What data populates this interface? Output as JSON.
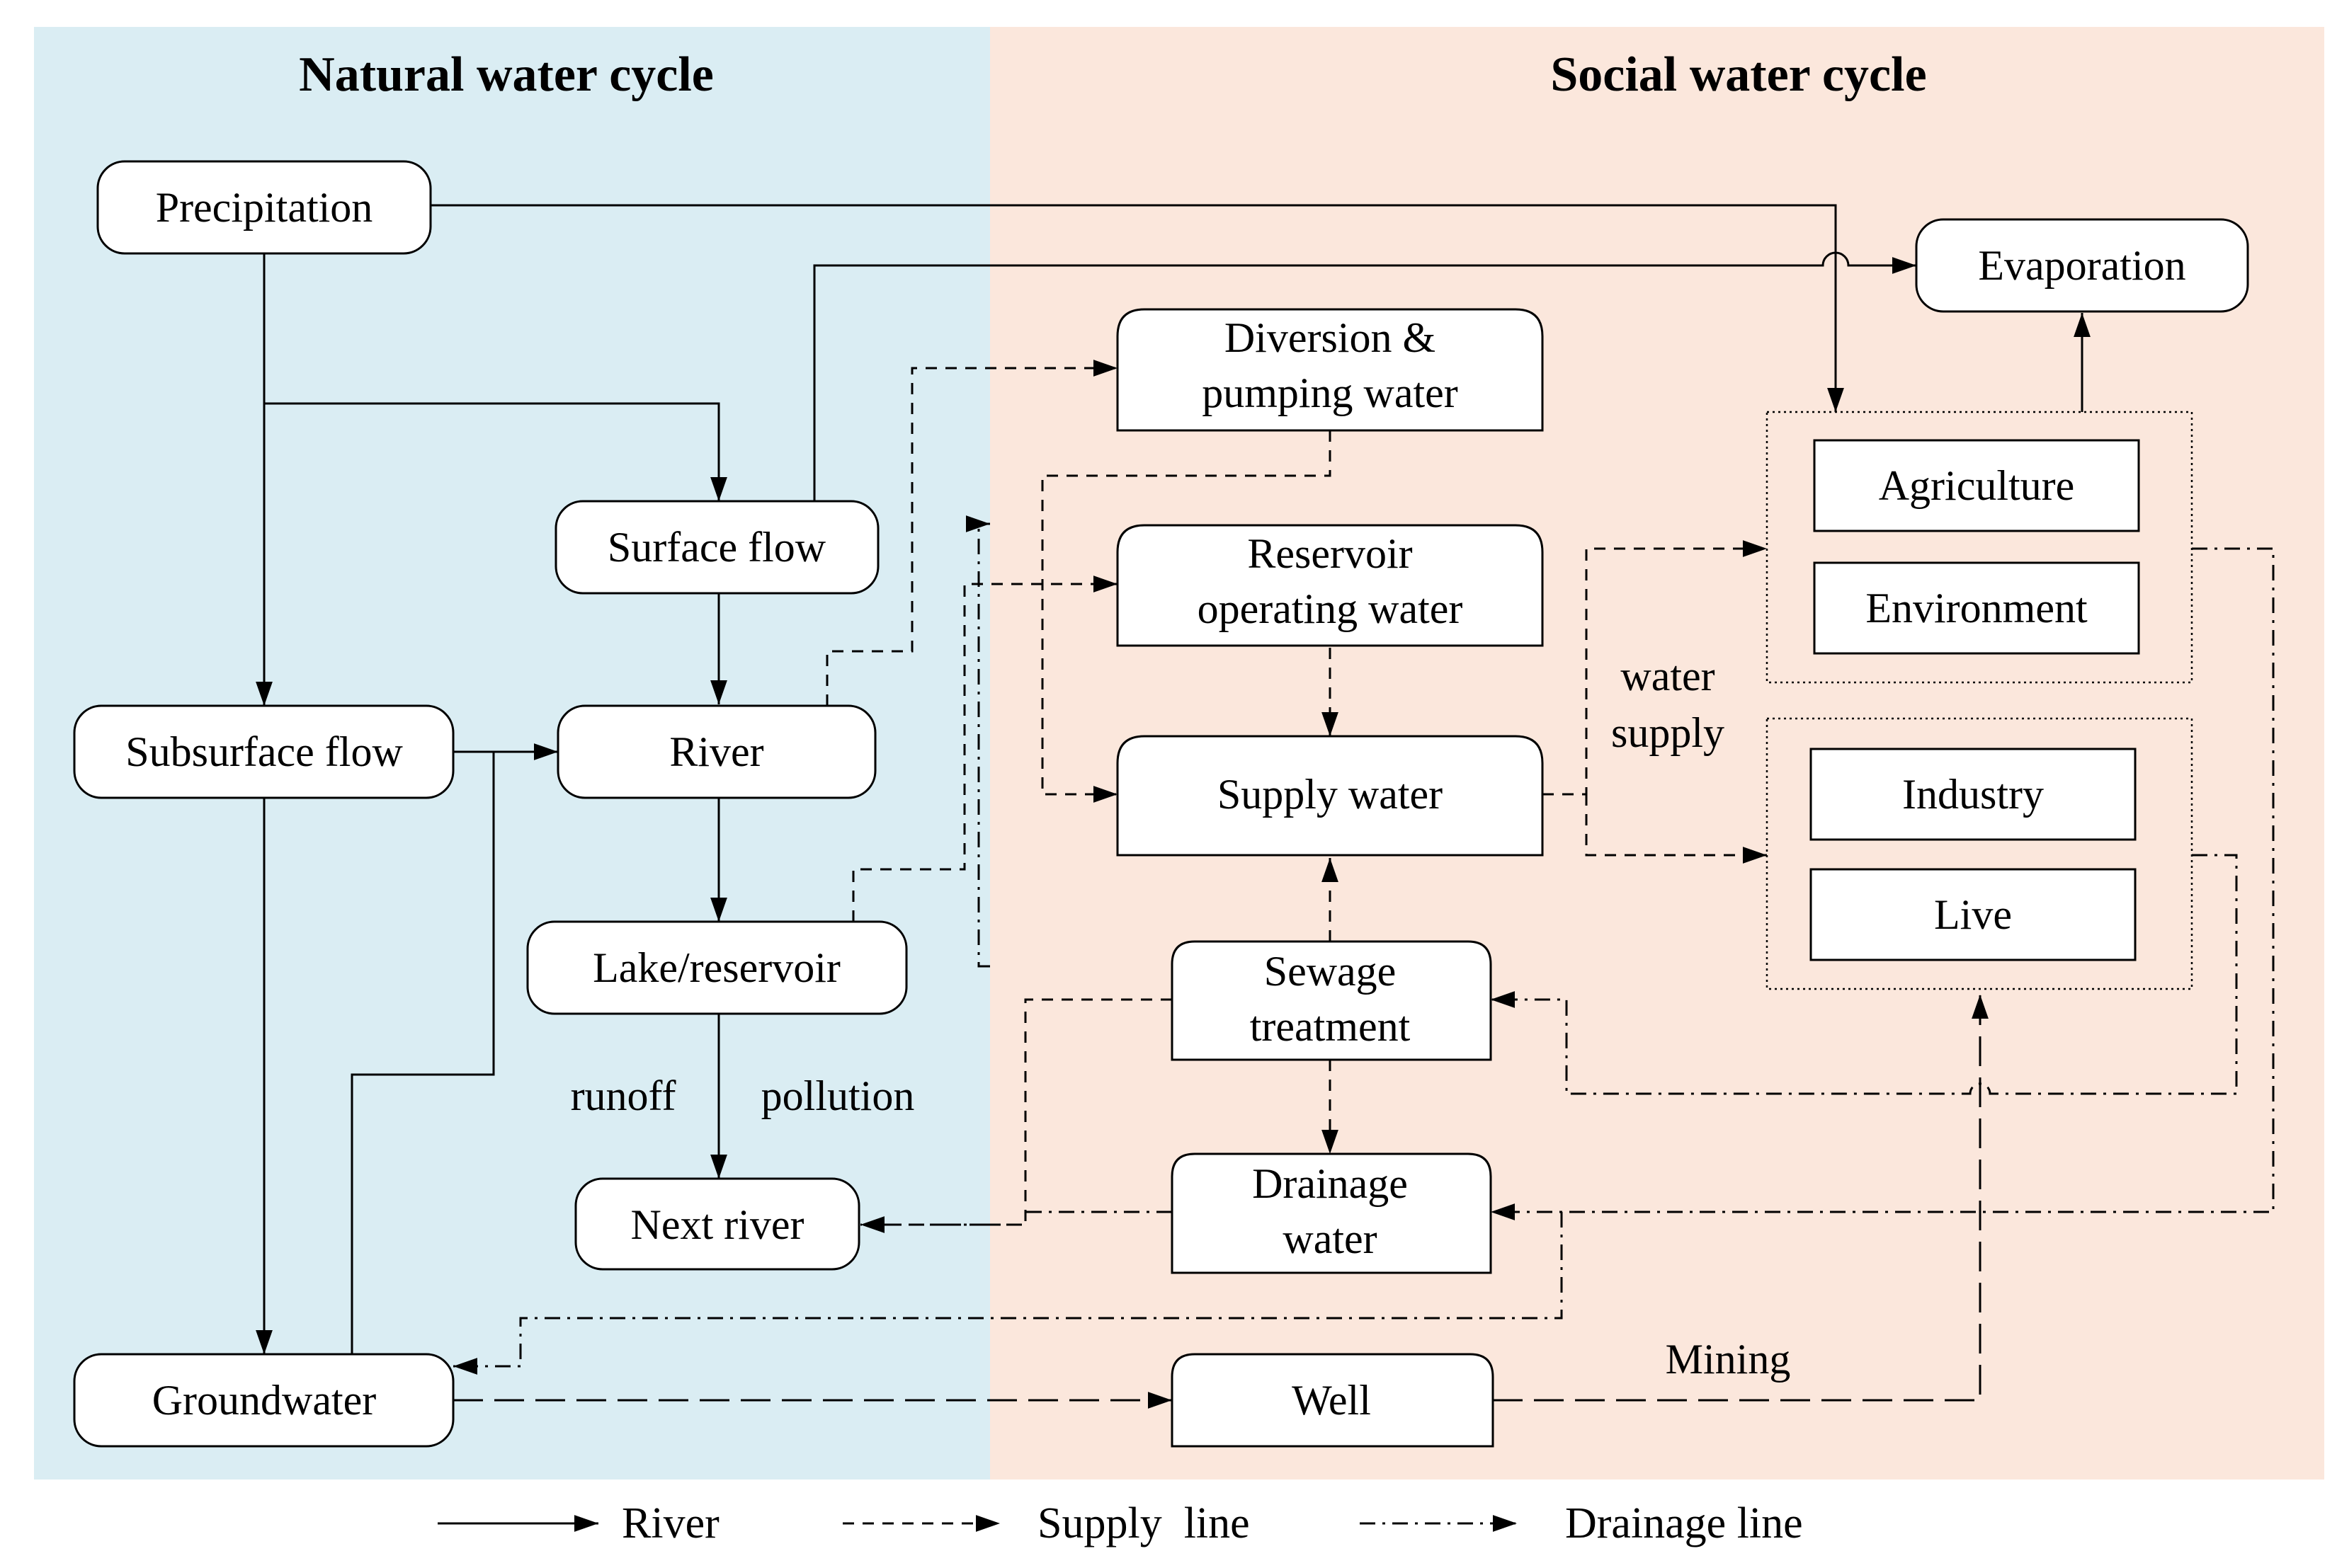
{
  "regions": {
    "natural": {
      "title": "Natural water cycle",
      "color": "#daedf3"
    },
    "social": {
      "title": "Social water cycle",
      "color": "#fbe7dc"
    }
  },
  "nodes": {
    "precipitation": "Precipitation",
    "evaporation": "Evaporation",
    "surface_flow": "Surface flow",
    "subsurface_flow": "Subsurface flow",
    "river": "River",
    "lake_reservoir": "Lake/reservoir",
    "next_river": "Next river",
    "groundwater": "Groundwater",
    "diversion": [
      "Diversion &",
      "pumping water"
    ],
    "reservoir_operating": [
      "Reservoir",
      "operating water"
    ],
    "supply_water": "Supply water",
    "sewage_treatment": [
      "Sewage",
      "treatment"
    ],
    "drainage_water": [
      "Drainage",
      "water"
    ],
    "well": "Well",
    "agriculture": "Agriculture",
    "environment": "Environment",
    "industry": "Industry",
    "live": "Live"
  },
  "edge_labels": {
    "runoff": "runoff",
    "pollution": "pollution",
    "water_supply": [
      "water",
      "supply"
    ],
    "mining": "Mining"
  },
  "legend": {
    "river": "River",
    "supply": "Supply  line",
    "drainage": "Drainage line"
  }
}
